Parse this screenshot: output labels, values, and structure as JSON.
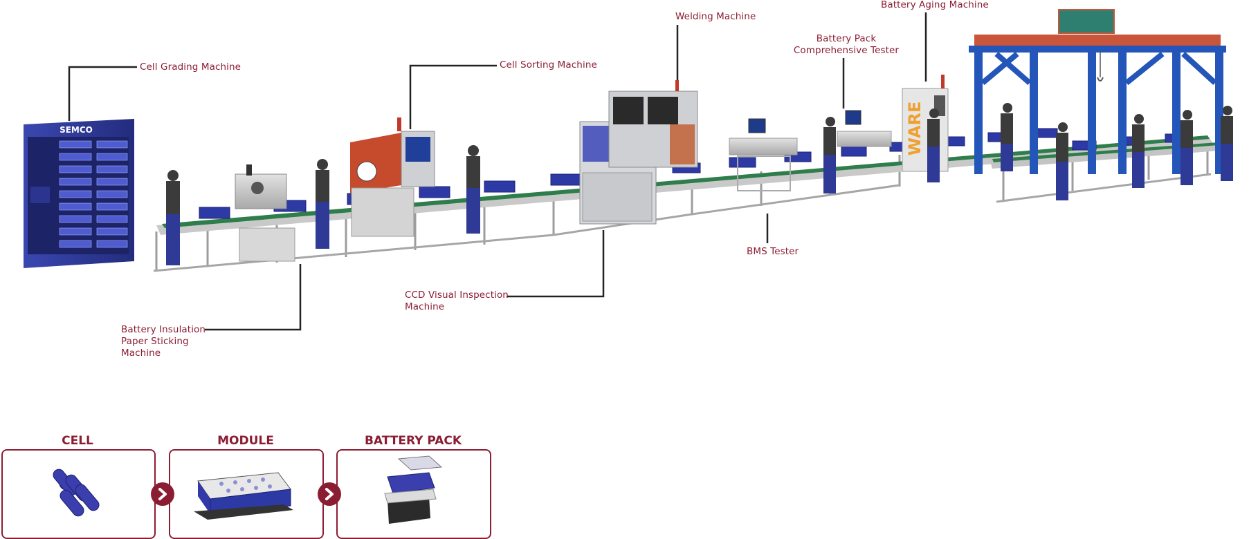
{
  "labels": {
    "cell_grading": "Cell Grading  Machine",
    "cell_sorting": "Cell Sorting  Machine",
    "welding": "Welding Machine",
    "battery_pack_tester": "Battery Pack\nComprehensive Tester",
    "battery_aging": "Battery Aging Machine",
    "bms_tester": "BMS Tester",
    "ccd_inspection": "CCD Visual  Inspection\nMachine",
    "insulation_paper": "Battery Insulation\nPaper Sticking\nMachine"
  },
  "brand": {
    "cabinet_logo": "SEMCO",
    "aging_logo": "WARE"
  },
  "stages": [
    {
      "title": "CELL"
    },
    {
      "title": "MODULE"
    },
    {
      "title": "BATTERY PACK"
    }
  ],
  "colors": {
    "accent": "#8b1d33",
    "machine_blue": "#2f3a96",
    "frame_blue": "#2356b8",
    "conveyor_green": "#2e7d4b",
    "steel": "#b7b7b7"
  }
}
